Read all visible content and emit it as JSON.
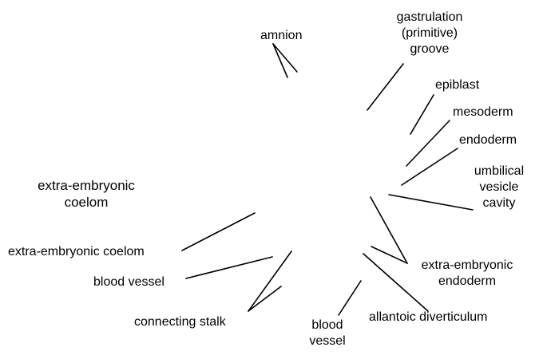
{
  "labels": {
    "amnion": "amnion",
    "gastrulation": "gastrulation\n(primitive)\ngroove",
    "epiblast": "epiblast",
    "mesoderm": "mesoderm",
    "endoderm": "endoderm",
    "umbilical": "umbilical\nvesicle\ncavity",
    "eec_upper": "extra-embryonic\ncoelom",
    "eec_lower": "extra-embryonic coelom",
    "eendo": "extra-embryonic\nendoderm",
    "bv_left": "blood vessel",
    "stalk": "connecting stalk",
    "bv_bottom": "blood\nvessel",
    "allantoic": "allantoic diverticulum"
  },
  "colors": {
    "line": "#000000",
    "text": "#000000",
    "background": "#ffffff"
  }
}
